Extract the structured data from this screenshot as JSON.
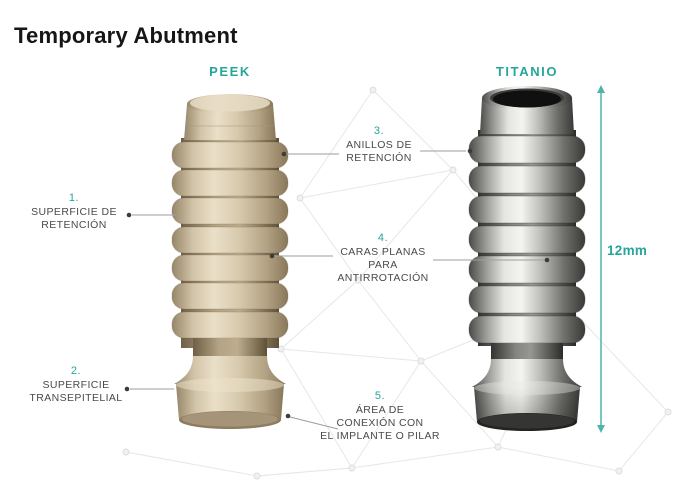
{
  "title": "Temporary Abutment",
  "headers": {
    "peek": "PEEK",
    "titanio": "TITANIO"
  },
  "callouts": {
    "c1": {
      "num": "1.",
      "line1": "SUPERFICIE DE",
      "line2": "RETENCIÓN"
    },
    "c2": {
      "num": "2.",
      "line1": "SUPERFICIE",
      "line2": "TRANSEPITELIAL"
    },
    "c3": {
      "num": "3.",
      "line1": "ANILLOS DE",
      "line2": "RETENCIÓN"
    },
    "c4": {
      "num": "4.",
      "line1": "CARAS PLANAS",
      "line2": "PARA",
      "line3": "ANTIRROTACIÓN"
    },
    "c5": {
      "num": "5.",
      "line1": "ÁREA DE",
      "line2": "CONEXIÓN CON",
      "line3": "EL IMPLANTE O PILAR"
    }
  },
  "measurement": "12mm",
  "colors": {
    "accent_teal": "#26A69A",
    "arrow_teal": "#4DB6AC",
    "label_text": "#4A4A4A",
    "title_text": "#161616",
    "peek_material": "#D8C9AE",
    "titanium_material": "#A9A9A5",
    "callout_line": "#9E9E9E"
  }
}
